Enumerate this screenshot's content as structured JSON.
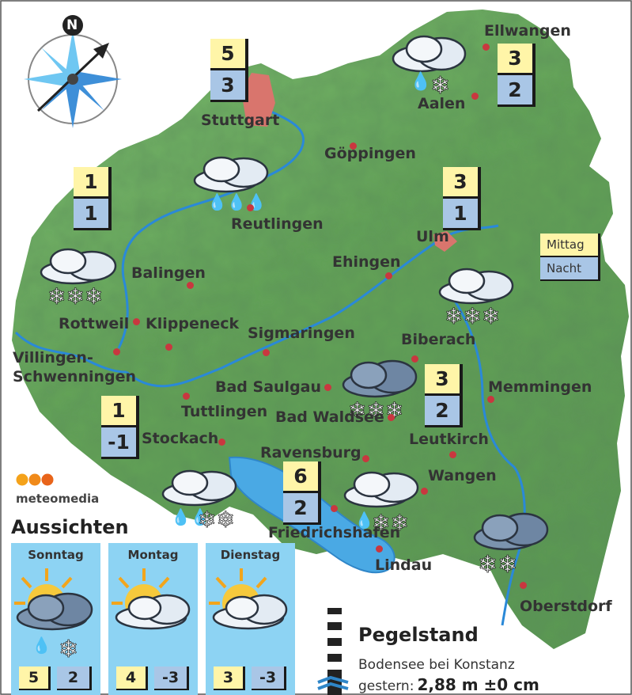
{
  "compass": {
    "north": "N"
  },
  "cities": {
    "ellwangen": "Ellwangen",
    "aalen": "Aalen",
    "stuttgart": "Stuttgart",
    "goeppingen": "Göppingen",
    "reutlingen": "Reutlingen",
    "ulm": "Ulm",
    "ehingen": "Ehingen",
    "balingen": "Balingen",
    "rottweil": "Rottweil",
    "klippeneck": "Klippeneck",
    "sigmaringen": "Sigmaringen",
    "villingen": "Villingen-\nSchwenningen",
    "biberach": "Biberach",
    "bad_saulgau": "Bad Saulgau",
    "bad_waldsee": "Bad Waldsee",
    "tuttlingen": "Tuttlingen",
    "memmingen": "Memmingen",
    "stockach": "Stockach",
    "leutkirch": "Leutkirch",
    "ravensburg": "Ravensburg",
    "wangen": "Wangen",
    "friedrichshafen": "Friedrichshafen",
    "lindau": "Lindau",
    "oberstdorf": "Oberstdorf"
  },
  "temps": {
    "stuttgart": {
      "hi": "5",
      "lo": "3"
    },
    "ellwangen": {
      "hi": "3",
      "lo": "2"
    },
    "balingen": {
      "hi": "1",
      "lo": "1"
    },
    "ulm": {
      "hi": "3",
      "lo": "1"
    },
    "biberach": {
      "hi": "3",
      "lo": "2"
    },
    "tuttlingen": {
      "hi": "1",
      "lo": "-1"
    },
    "friedrichshafen": {
      "hi": "6",
      "lo": "2"
    }
  },
  "legend": {
    "midday": "Mittag",
    "night": "Nacht"
  },
  "brand": "meteomedia",
  "outlook": {
    "title": "Aussichten",
    "days": [
      {
        "name": "Sonntag",
        "hi": "5",
        "lo": "2",
        "icon": "sun-cloud-rain-snow-icon"
      },
      {
        "name": "Montag",
        "hi": "4",
        "lo": "-3",
        "icon": "sun-cloud-icon"
      },
      {
        "name": "Dienstag",
        "hi": "3",
        "lo": "-3",
        "icon": "sun-cloud-icon"
      }
    ]
  },
  "pegel": {
    "title": "Pegelstand",
    "location": "Bodensee bei Konstanz",
    "label": "gestern:",
    "value": "2,88 m ±0 cm"
  },
  "colors": {
    "land": "#6fae62",
    "water": "#2f8fd9",
    "lake": "#3aa1e0",
    "city_area": "#d9756d",
    "midday": "#fff5a8",
    "night": "#a9c6e6",
    "day_panel": "#8dd3f3",
    "city_dot": "#c9373f"
  }
}
